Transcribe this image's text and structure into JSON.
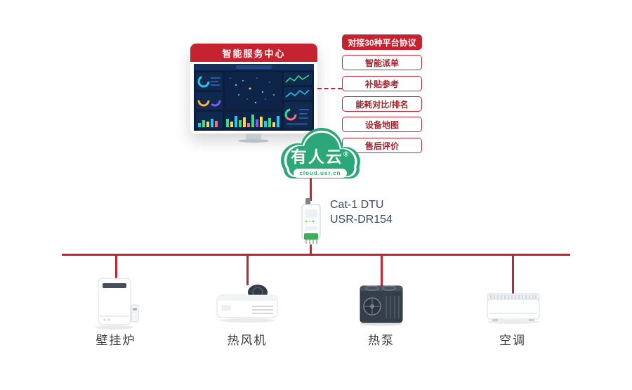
{
  "colors": {
    "brand_red": "#c4232f",
    "brand_green": "#2ba779",
    "dashboard_bg": "#0b1e3d"
  },
  "monitor": {
    "title": "智能服务中心"
  },
  "features": {
    "items": [
      {
        "label": "对接30种平台协议"
      },
      {
        "label": "智能派单"
      },
      {
        "label": "补贴参考"
      },
      {
        "label": "能耗对比/排名"
      },
      {
        "label": "设备地图"
      },
      {
        "label": "售后评价"
      }
    ]
  },
  "cloud": {
    "name": "有人云",
    "registered_mark": "®",
    "domain": "cloud.usr.cn"
  },
  "gateway": {
    "model_line1": "Cat-1 DTU",
    "model_line2": "USR-DR154"
  },
  "devices": [
    {
      "label": "壁挂炉"
    },
    {
      "label": "热风机"
    },
    {
      "label": "热泵"
    },
    {
      "label": "空调"
    }
  ]
}
